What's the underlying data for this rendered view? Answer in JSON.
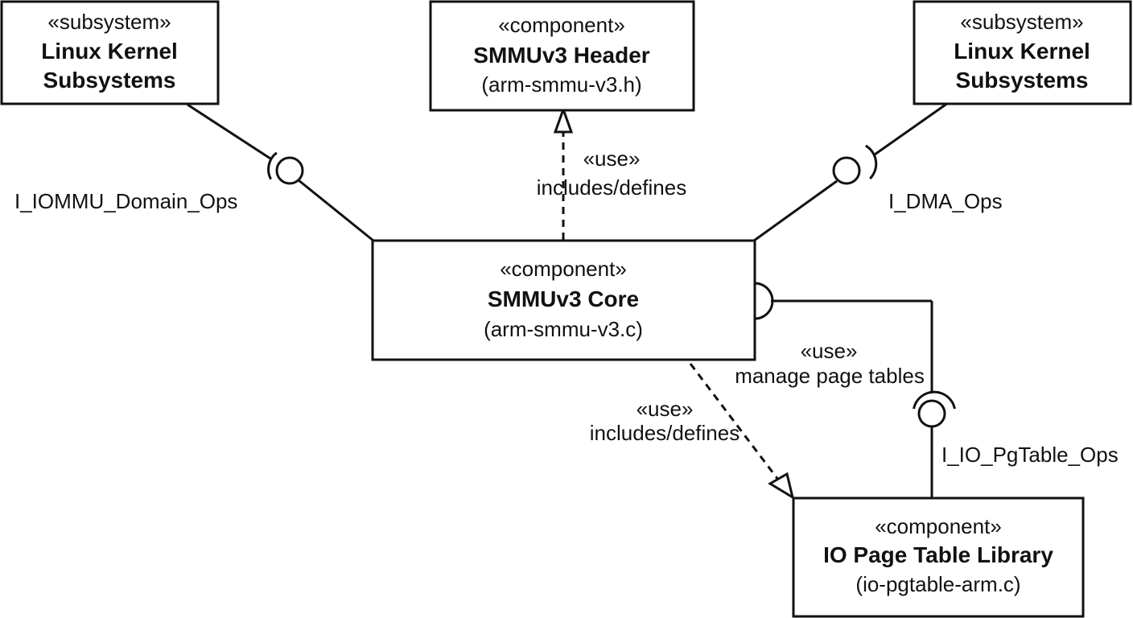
{
  "components": {
    "kernel_left": {
      "stereotype": "«subsystem»",
      "name_line1": "Linux Kernel",
      "name_line2": "Subsystems"
    },
    "header": {
      "stereotype": "«component»",
      "name": "SMMUv3 Header",
      "file": "(arm-smmu-v3.h)"
    },
    "kernel_right": {
      "stereotype": "«subsystem»",
      "name_line1": "Linux Kernel",
      "name_line2": "Subsystems"
    },
    "core": {
      "stereotype": "«component»",
      "name": "SMMUv3 Core",
      "file": "(arm-smmu-v3.c)"
    },
    "pgtable": {
      "stereotype": "«component»",
      "name": "IO Page Table Library",
      "file": "(io-pgtable-arm.c)"
    }
  },
  "interfaces": {
    "iommu_domain": "I_IOMMU_Domain_Ops",
    "dma": "I_DMA_Ops",
    "io_pgtable": "I_IO_PgTable_Ops"
  },
  "dependencies": {
    "to_header": {
      "stereotype": "«use»",
      "text": "includes/defines"
    },
    "to_pgtable": {
      "stereotype": "«use»",
      "text": "includes/defines"
    },
    "manage": {
      "stereotype": "«use»",
      "text": "manage page tables"
    }
  }
}
